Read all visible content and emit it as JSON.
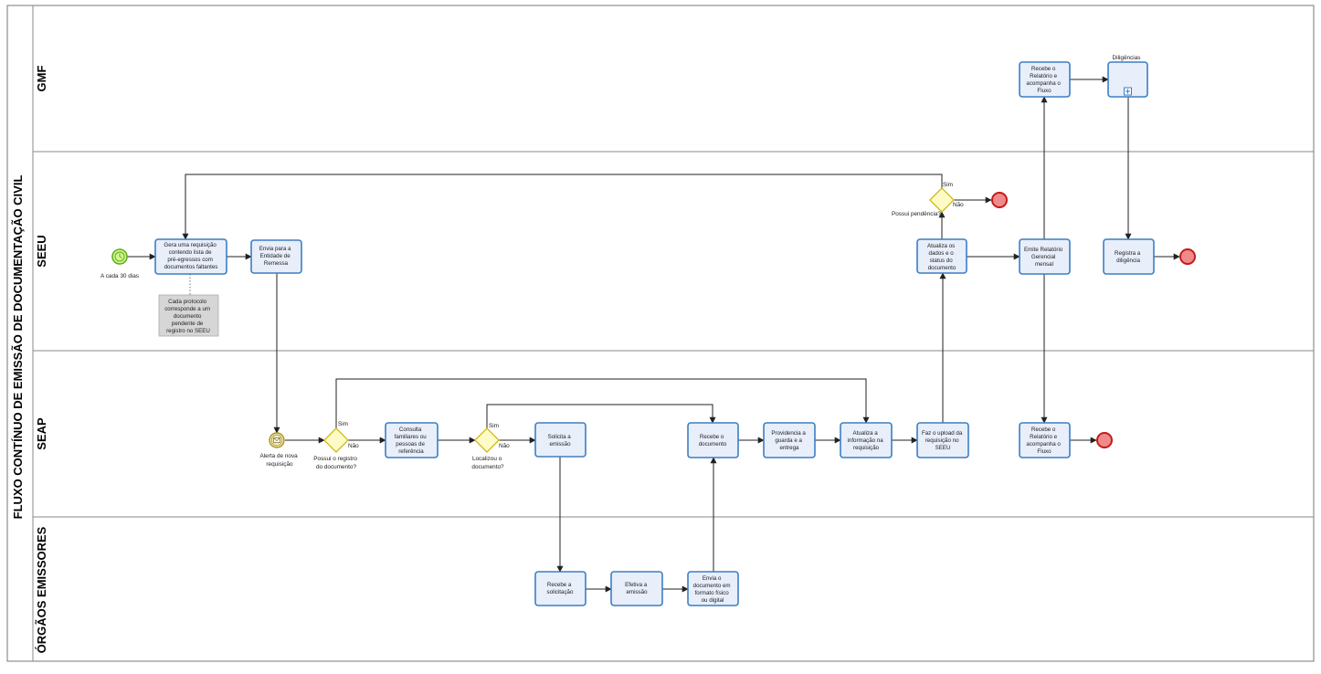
{
  "pool_title": "FLUXO CONTÍNUO DE EMISSÃO DE DOCUMENTAÇÃO CIVIL",
  "lanes": [
    "GMF",
    "SEEU",
    "SEAP",
    "ÓRGÃOS EMISSORES"
  ],
  "start_event_label": "A cada 30 dias",
  "message_event_label": [
    "Alerta de nova",
    "requisição"
  ],
  "annotation": [
    "Cada protocolo",
    "corresponde a um",
    "documento",
    "pendente de",
    "registro no SEEU"
  ],
  "tasks": {
    "gera": [
      "Gera uma requisição",
      "contendo lista de",
      "pré-egressos com",
      "documentos faltantes"
    ],
    "envia": [
      "Envia para a",
      "Entidade de",
      "Remessa"
    ],
    "consulta": [
      "Consulta",
      "familiares ou",
      "pessoas de",
      "referência"
    ],
    "solicita": [
      "Solicita a",
      "emissão"
    ],
    "recebe_doc": [
      "Recebe o",
      "documento"
    ],
    "providencia": [
      "Providencia a",
      "guarda e a",
      "entrega"
    ],
    "atualiza_info": [
      "Atualiza a",
      "informação na",
      "requisição"
    ],
    "upload": [
      "Faz o upload da",
      "requisição no",
      "SEEU"
    ],
    "atualiza_dados": [
      "Atualiza os",
      "dados e o",
      "status do",
      "documento"
    ],
    "emite": [
      "Emite Relatório",
      "Gerencial",
      "mensal"
    ],
    "recebe_rel_gmf": [
      "Recebe o",
      "Relatório e",
      "acompanha o",
      "Fluxo"
    ],
    "diligencias": [
      "Diligências"
    ],
    "registra": [
      "Registra a",
      "diligência"
    ],
    "recebe_rel_seap": [
      "Recebe o",
      "Relatório e",
      "acompanha o",
      "Fluxo"
    ],
    "recebe_sol": [
      "Recebe a",
      "solicitação"
    ],
    "efetiva": [
      "Efetiva a",
      "emissão"
    ],
    "envia_doc": [
      "Envia o",
      "documento em",
      "formato físico",
      "ou digital"
    ]
  },
  "gateways": {
    "possui_registro": [
      "Possui o registro",
      "do documento?"
    ],
    "localizou": [
      "Localizou o",
      "documento?"
    ],
    "pendencia": [
      "Possui pendência?"
    ]
  },
  "flow_labels": {
    "sim": "Sim",
    "nao": "Não"
  }
}
